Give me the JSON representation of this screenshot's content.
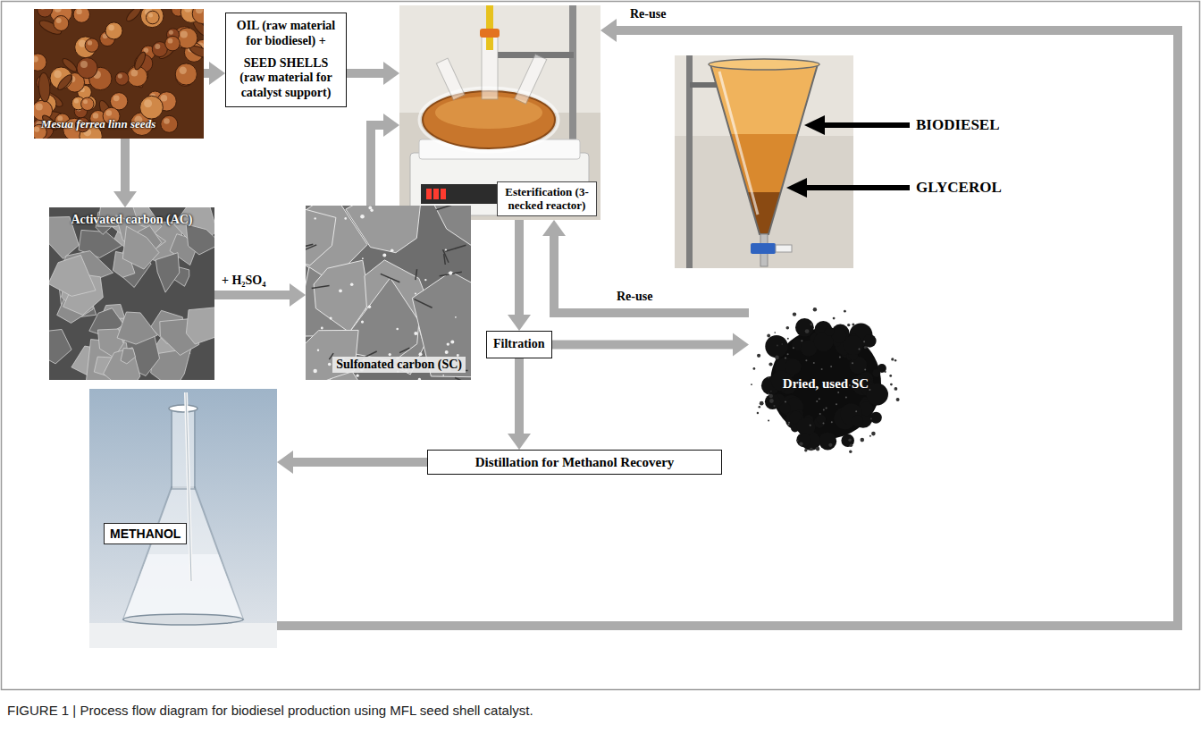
{
  "diagram": {
    "caption": "FIGURE 1 | Process flow diagram for biodiesel production using MFL seed shell catalyst.",
    "nodes": [
      {
        "text": [
          "Mesua ferrea linn seeds"
        ]
      },
      {
        "text": [
          "OIL (raw material for biodiesel) +",
          "SEED SHELLS (raw material for catalyst support)"
        ]
      },
      {
        "text": [
          "Esterification (3-necked reactor)"
        ]
      },
      {
        "text": [
          "Activated carbon (AC)"
        ]
      },
      {
        "text": [
          "Sulfonated carbon (SC)"
        ]
      },
      {
        "text": [
          "Filtration"
        ]
      },
      {
        "text": [
          "Dried, used SC"
        ]
      },
      {
        "text": [
          "Distillation for Methanol Recovery"
        ]
      },
      {
        "text": [
          "METHANOL"
        ]
      }
    ],
    "edges": [
      {
        "from": 0,
        "to": 1,
        "arrow": "to"
      },
      {
        "from": 0,
        "to": 3,
        "arrow": "to"
      },
      {
        "from": 1,
        "to": 2,
        "arrow": "to"
      },
      {
        "from": 3,
        "to": 4,
        "label": "+ H₂SO₄",
        "arrow": "to"
      },
      {
        "from": 4,
        "to": 2,
        "arrow": "to"
      },
      {
        "from": 2,
        "to": 5,
        "arrow": "to"
      },
      {
        "from": 5,
        "to": 6,
        "arrow": "to"
      },
      {
        "from": 6,
        "to": 2,
        "label": "Re-use",
        "arrow": "to"
      },
      {
        "from": 5,
        "to": 7,
        "arrow": "to"
      },
      {
        "from": 7,
        "to": 8,
        "arrow": "to"
      },
      {
        "from": 8,
        "to": 2,
        "label": "Re-use",
        "arrow": "to"
      }
    ],
    "labels": [
      "BIODIESEL",
      "GLYCEROL"
    ]
  }
}
